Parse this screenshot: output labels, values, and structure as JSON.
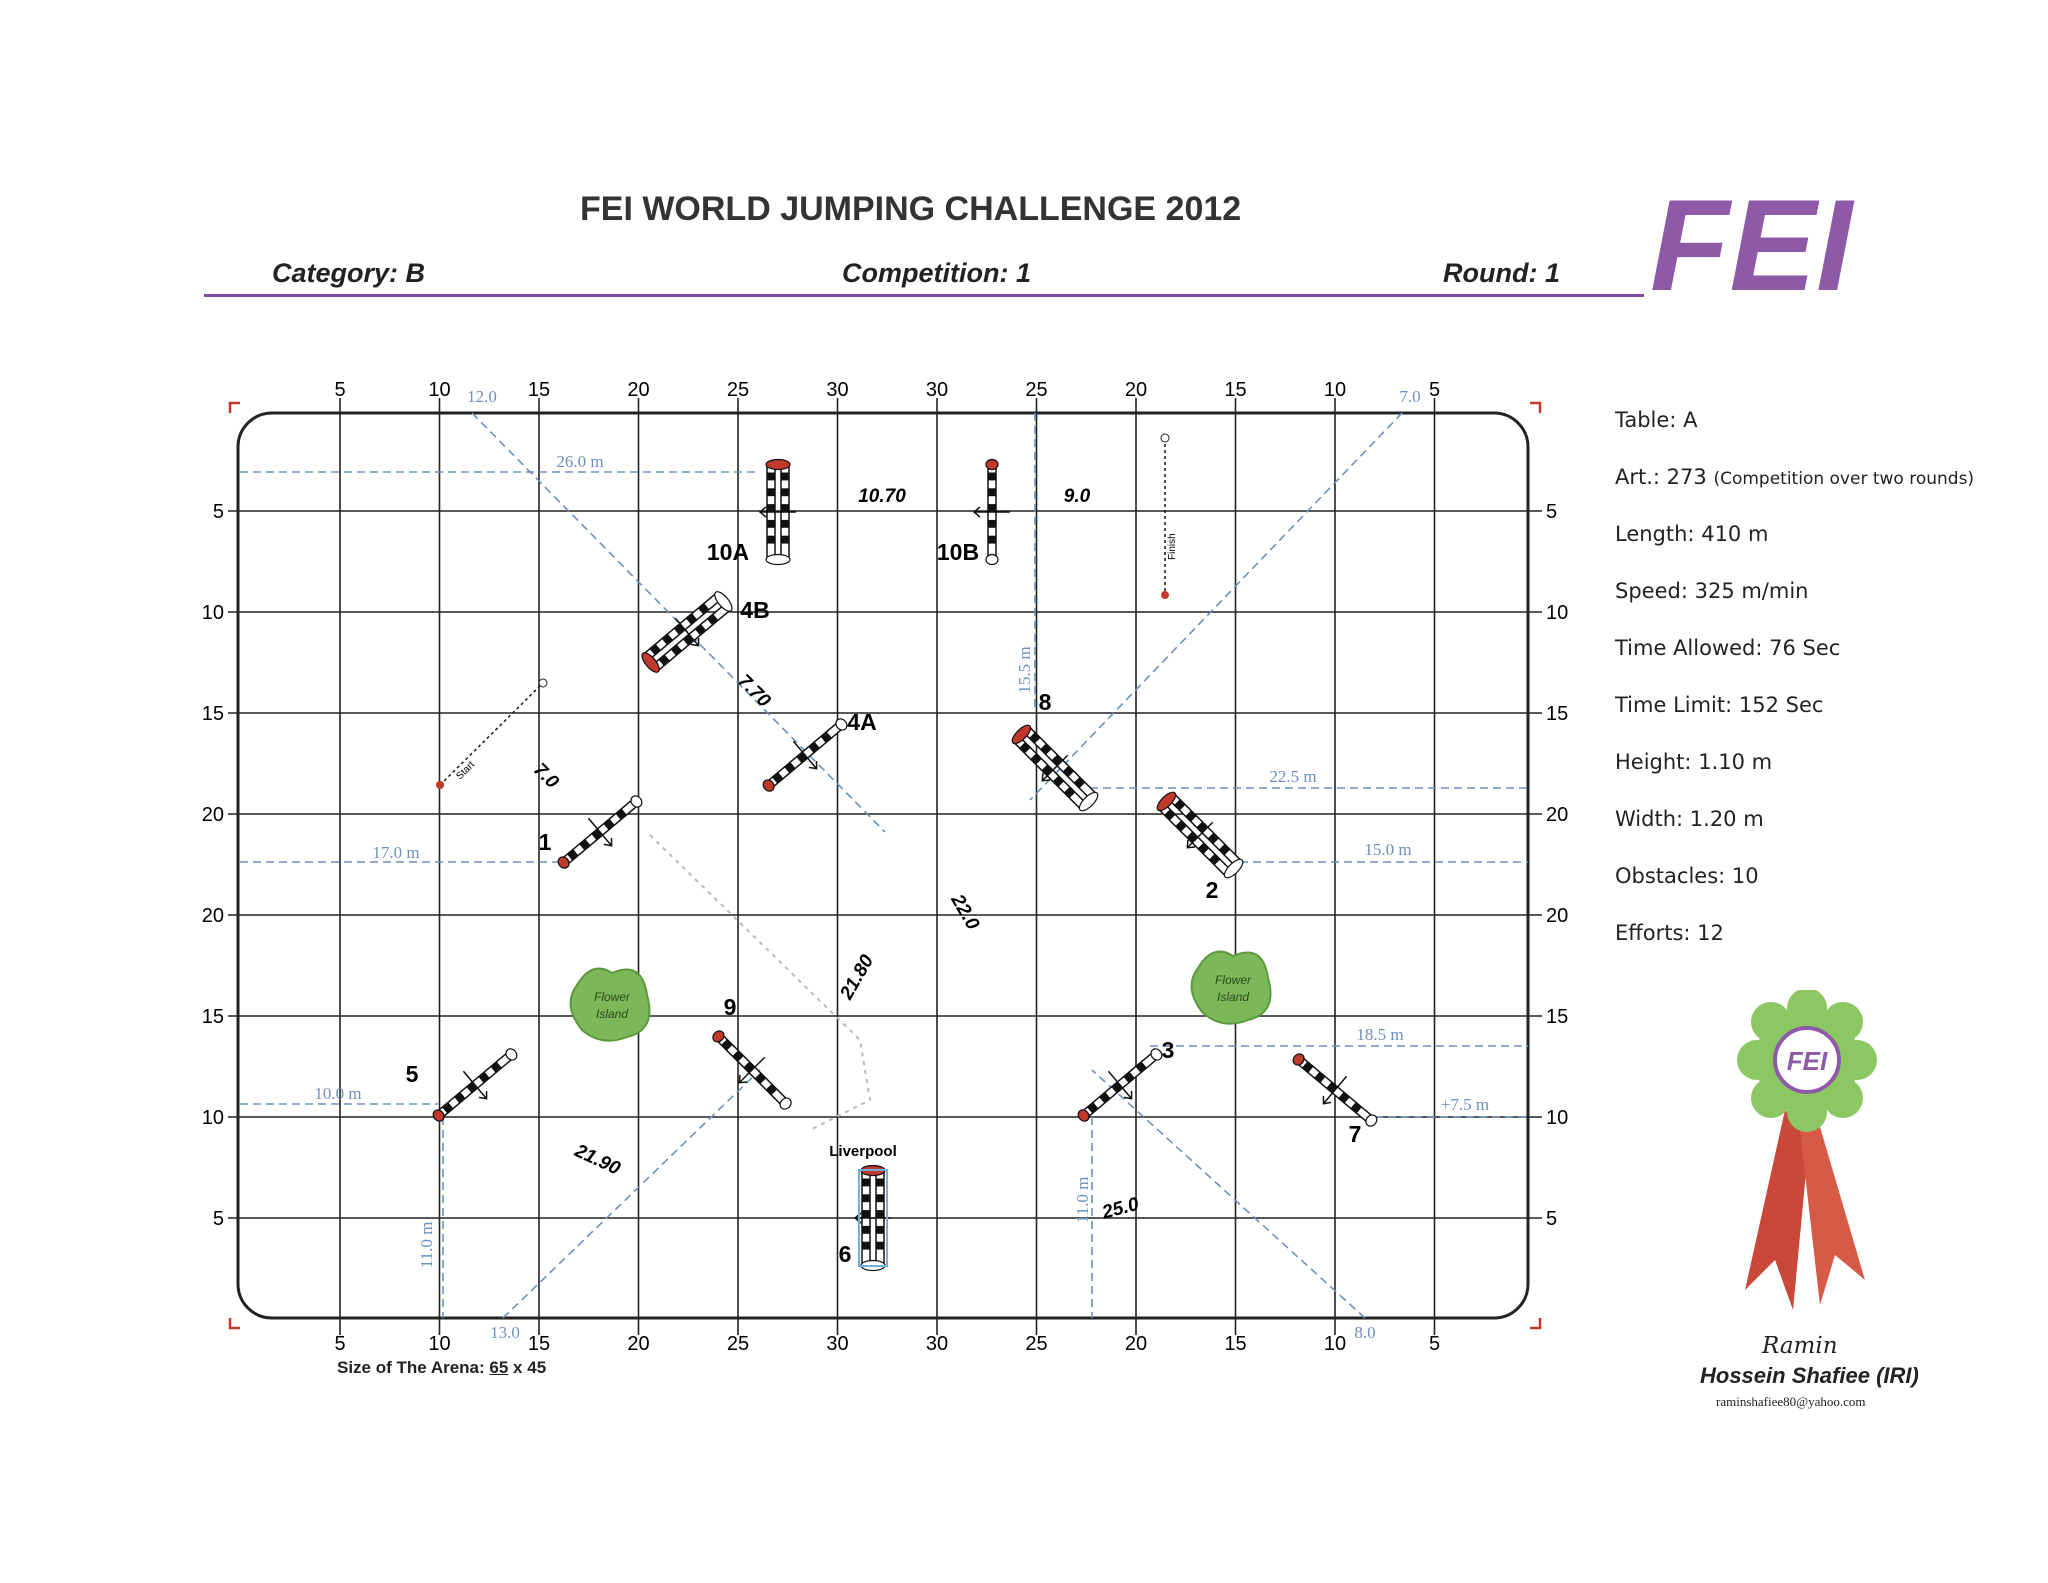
{
  "header": {
    "title": "FEI WORLD JUMPING CHALLENGE 2012",
    "category": "Category: B",
    "competition": "Competition: 1",
    "round": "Round: 1"
  },
  "colors": {
    "accent": "#7b4f9d",
    "dimension_blue": "#6f8fc0",
    "pole_red": "#c0392b",
    "island_green": "#7cb85a"
  },
  "logo_text": "FEI",
  "info": [
    {
      "label": "Table:",
      "value": "A"
    },
    {
      "label": "Art.:",
      "value": "273",
      "note": "(Competition over two rounds)"
    },
    {
      "label": "Length:",
      "value": "410 m"
    },
    {
      "label": "Speed:",
      "value": "325  m/min"
    },
    {
      "label": "Time Allowed:",
      "value": "76 Sec"
    },
    {
      "label": "Time Limit:",
      "value": "152 Sec"
    },
    {
      "label": "Height:",
      "value": "1.10 m"
    },
    {
      "label": "Width:",
      "value": "1.20 m"
    },
    {
      "label": "Obstacles:",
      "value": "10"
    },
    {
      "label": "Efforts:",
      "value": "12"
    }
  ],
  "signature": {
    "script": "Ramin",
    "name": "Hossein Shafiee (IRI)",
    "email": "raminshafiee80@yahoo.com"
  },
  "arena": {
    "size_label": "Size of The Arena:",
    "length": "65",
    "separator": " x ",
    "width": "45",
    "top_ticks": [
      "5",
      "10",
      "15",
      "20",
      "25",
      "30",
      "30",
      "25",
      "20",
      "15",
      "10",
      "5"
    ],
    "bottom_ticks": [
      "5",
      "10",
      "15",
      "20",
      "25",
      "30",
      "30",
      "25",
      "20",
      "15",
      "10",
      "5"
    ],
    "side_ticks": [
      "5",
      "10",
      "15",
      "20",
      "20",
      "15",
      "10",
      "5"
    ]
  },
  "obstacles": [
    {
      "label": "1",
      "type": "vertical"
    },
    {
      "label": "2",
      "type": "oxer"
    },
    {
      "label": "3",
      "type": "vertical"
    },
    {
      "label": "4A",
      "type": "vertical"
    },
    {
      "label": "4B",
      "type": "oxer"
    },
    {
      "label": "5",
      "type": "vertical"
    },
    {
      "label": "6",
      "type": "oxer",
      "name": "Liverpool"
    },
    {
      "label": "7",
      "type": "vertical"
    },
    {
      "label": "8",
      "type": "oxer"
    },
    {
      "label": "9",
      "type": "vertical"
    },
    {
      "label": "10A",
      "type": "oxer"
    },
    {
      "label": "10B",
      "type": "vertical"
    }
  ],
  "start_label": "Start",
  "finish_label": "Finish",
  "islands": [
    "Flower Island",
    "Flower Island"
  ],
  "distances": [
    "10.70",
    "9.0",
    "7.70",
    "7.0",
    "22.0",
    "21.80",
    "21.90",
    "25.0"
  ],
  "dimensions": [
    "12.0",
    "7.0",
    "26.0 m",
    "15.5 m",
    "22.5 m",
    "17.0 m",
    "15.0 m",
    "18.5 m",
    "10.0 m",
    "+7.5 m",
    "11.0 m",
    "11.0 m",
    "13.0",
    "8.0"
  ]
}
